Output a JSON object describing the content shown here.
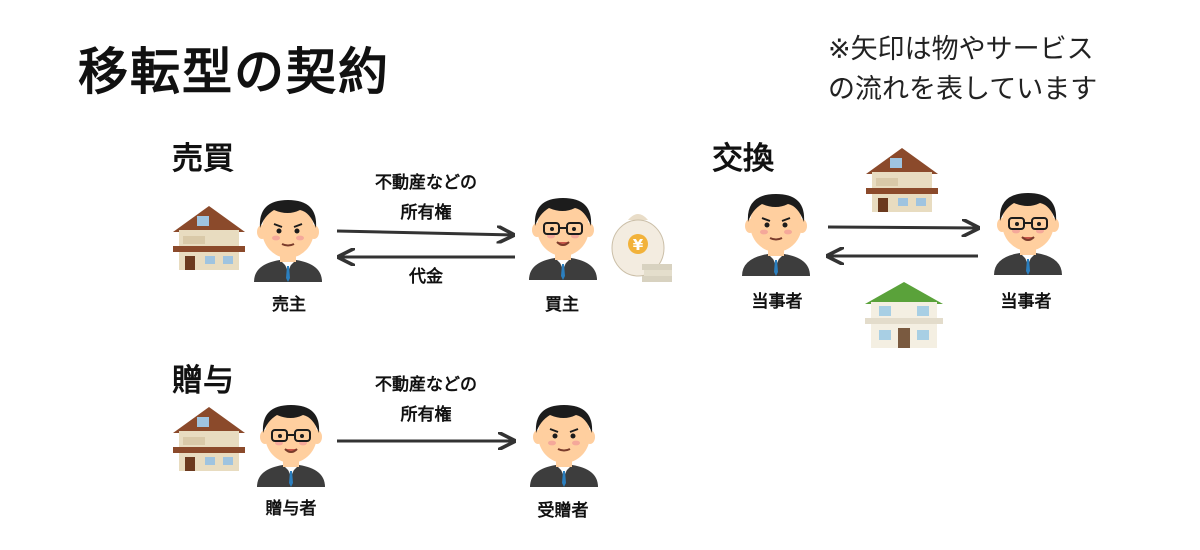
{
  "title": "移転型の契約",
  "note": {
    "line1": "※矢印は物やサービス",
    "line2": "の流れを表しています"
  },
  "sale": {
    "heading": "売買",
    "seller_label": "売主",
    "buyer_label": "買主",
    "goods_line1": "不動産などの",
    "goods_line2": "所有権",
    "payment": "代金",
    "money_symbol": "¥"
  },
  "exchange": {
    "heading": "交換",
    "party_a_label": "当事者",
    "party_b_label": "当事者"
  },
  "gift": {
    "heading": "贈与",
    "donor_label": "贈与者",
    "donee_label": "受贈者",
    "goods_line1": "不動産などの",
    "goods_line2": "所有権"
  },
  "colors": {
    "arrow": "#333333",
    "suit": "#3d3d3d",
    "skin": "#ffcf9f",
    "hair": "#1c1c1c"
  }
}
